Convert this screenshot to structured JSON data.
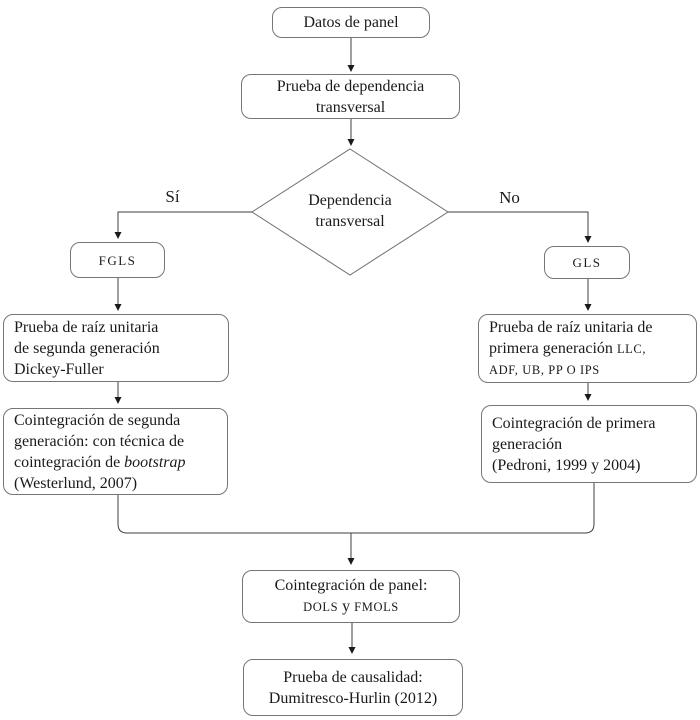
{
  "diagram": {
    "title_hint": "Flujo metodológico de análisis de datos de panel",
    "colors": {
      "background": "#ffffff",
      "box_border": "#767676",
      "connector": "#3f3f3f",
      "arrowhead": "#1a1a1a",
      "text": "#1a1a1a"
    },
    "labels": {
      "yes": "Sí",
      "no": "No"
    },
    "nodes": {
      "datos": {
        "label": "Datos de panel"
      },
      "prueba_dependencia": {
        "line1": "Prueba de dependencia",
        "line2": "transversal"
      },
      "decision": {
        "line1": "Dependencia",
        "line2": "transversal"
      },
      "fgls": {
        "label": "FGLS"
      },
      "gls": {
        "label": "GLS"
      },
      "raiz_segunda": {
        "line1": "Prueba de raíz unitaria",
        "line2": "de segunda generación",
        "line3": "Dickey-Fuller"
      },
      "coint_segunda": {
        "line1": "Cointegración de segunda",
        "line2": "generación: con técnica de",
        "line3_text": "cointegración de ",
        "line3_italic": "bootstrap",
        "line4": "(Westerlund, 2007)"
      },
      "raiz_primera": {
        "line1": "Prueba de raíz unitaria de",
        "line2_text": "primera generación ",
        "line2_acronym": "LLC,",
        "line3_acronym": "ADF, UB, PP O IPS"
      },
      "coint_primera": {
        "line1": "Cointegración de primera",
        "line2": "generación",
        "line3": "(Pedroni, 1999 y 2004)"
      },
      "coint_panel": {
        "line1": "Cointegración de panel:",
        "line2_acronym_a": "DOLS",
        "line2_conj": " y ",
        "line2_acronym_b": "FMOLS"
      },
      "causalidad": {
        "line1": "Prueba de causalidad:",
        "line2": "Dumitresco-Hurlin (2012)"
      }
    }
  }
}
